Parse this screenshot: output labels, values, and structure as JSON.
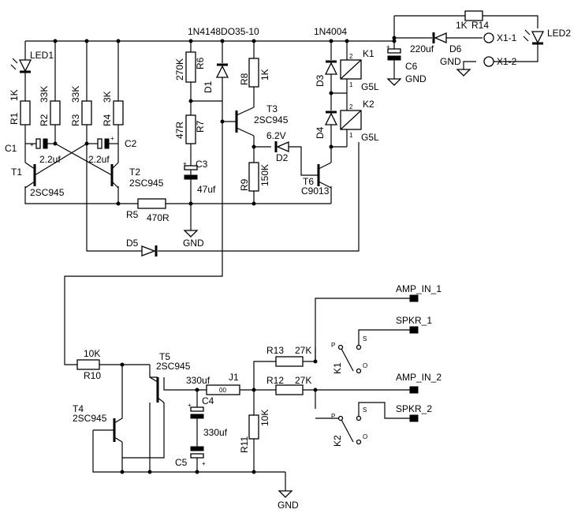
{
  "labels": {
    "top_diodes": "1N4148DO35-10",
    "rel_diode": "1N4004",
    "r14": "R14",
    "r14_val": "1K",
    "led2": "LED2",
    "led1": "LED1",
    "x11": "X1-1",
    "x12": "X1-2",
    "gnd_top": "GND",
    "gnd_c6": "GND",
    "c6": "C6",
    "c6_val": "220uf",
    "d6": "D6",
    "r1": "R1",
    "r1_val": "1K",
    "r2": "R2",
    "r2_val": "33K",
    "r3": "R3",
    "r3_val": "33K",
    "r4": "R4",
    "r4_val": "3K",
    "c1": "C1",
    "c1_val": "2.2uf",
    "c2": "C2",
    "c2_val": "2.2uf",
    "t1": "T1",
    "t1_type": "2SC945",
    "t2": "T2",
    "t2_type": "2SC945",
    "r5": "R5",
    "r5_val": "470R",
    "r6": "R6",
    "r6_val": "270K",
    "d1": "D1",
    "r7": "R7",
    "r7_val": "47R",
    "c3": "C3",
    "c3_val": "47uf",
    "gnd_c3": "GND",
    "r8": "R8",
    "r8_val": "1K",
    "t3": "T3",
    "t3_type": "2SC945",
    "d2": "D2",
    "d2_val": "6.2V",
    "r9": "R9",
    "r9_val": "150K",
    "t6": "T6",
    "t6_type": "C9013",
    "d3": "D3",
    "d4": "D4",
    "k1": "K1",
    "k1_type": "G5L",
    "k2": "K2",
    "k2_type": "G5L",
    "d5": "D5",
    "r10": "R10",
    "r10_val": "10K",
    "t4": "T4",
    "t4_type": "2SC945",
    "t5": "T5",
    "t5_type": "2SC945",
    "c4": "C4",
    "c4_val": "330uf",
    "c5": "C5",
    "c5_val": "330uf",
    "j1": "J1",
    "j1_inner": "00",
    "r11": "R11",
    "r11_val": "10K",
    "r12": "R12",
    "r12_val": "27K",
    "r13": "R13",
    "r13_val": "27K",
    "amp_in_1": "AMP_IN_1",
    "spkr_1": "SPKR_1",
    "amp_in_2": "AMP_IN_2",
    "spkr_2": "SPKR_2",
    "gnd_bottom": "GND",
    "relay_k1": "K1",
    "relay_k2": "K2",
    "pin_p1": "P",
    "pin_s1": "S",
    "pin_o1": "O",
    "pin_p2": "P",
    "pin_s2": "S",
    "pin_o2": "O",
    "pin_1": "1",
    "pin_2": "2",
    "pin_3": "1",
    "pin_4": "2",
    "plus": "+"
  }
}
